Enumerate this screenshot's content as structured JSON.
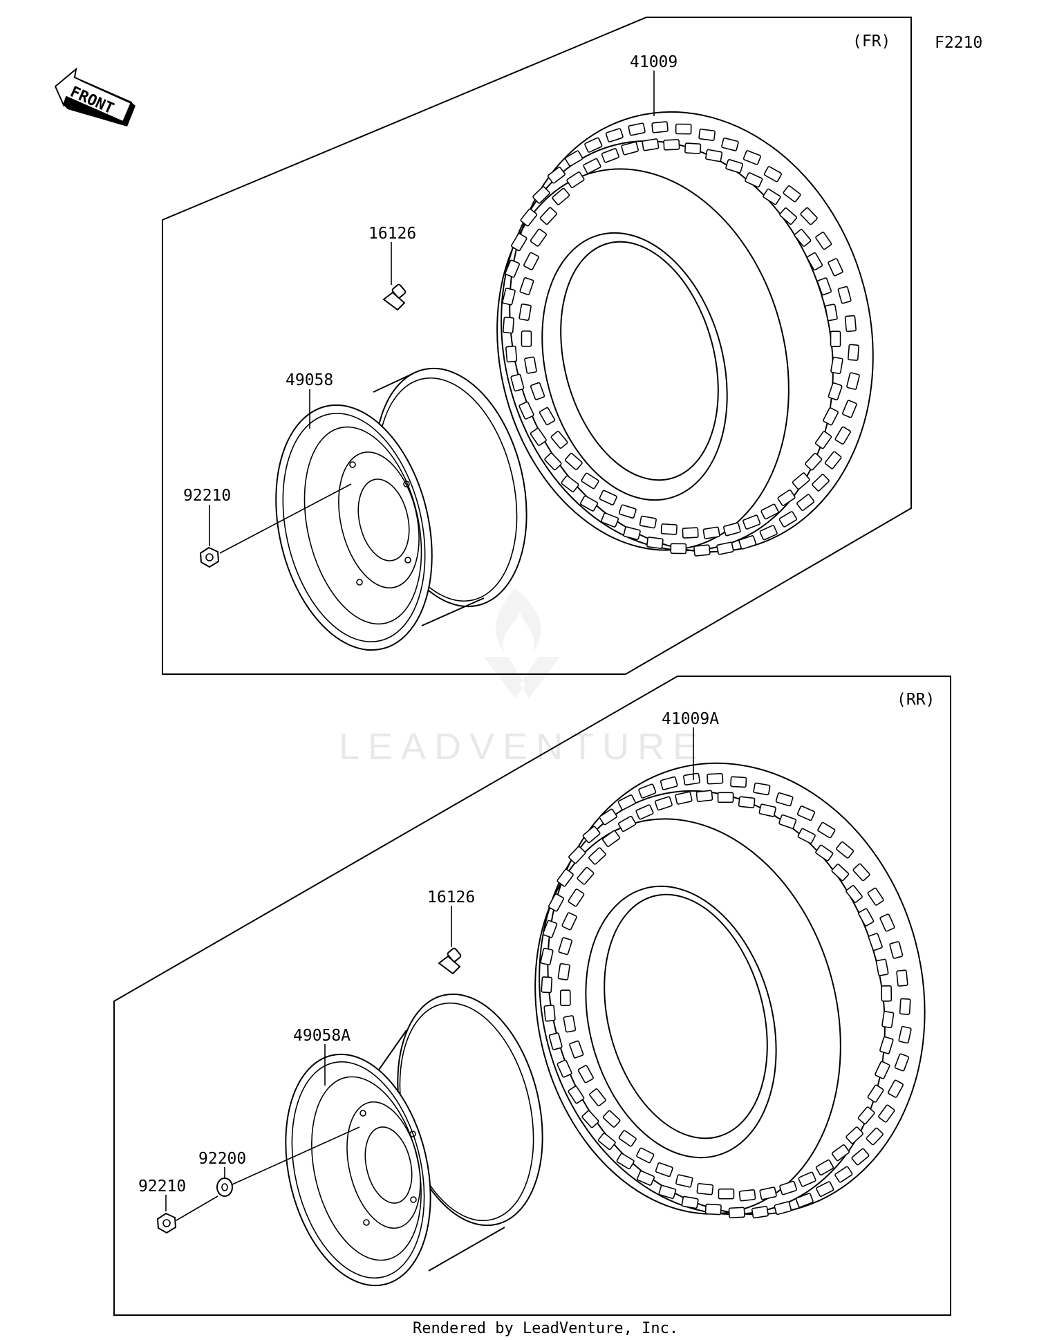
{
  "diagram_code": "F2210",
  "front_arrow_label": "FRONT",
  "front_group": {
    "label": "(FR)",
    "parts": {
      "tire": "41009",
      "valve": "16126",
      "wheel": "49058",
      "nut": "92210"
    }
  },
  "rear_group": {
    "label": "(RR)",
    "parts": {
      "tire": "41009A",
      "valve": "16126",
      "wheel": "49058A",
      "washer": "92200",
      "nut": "92210"
    }
  },
  "watermark": "LEADVENTURE",
  "footer": "Rendered by LeadVenture, Inc."
}
